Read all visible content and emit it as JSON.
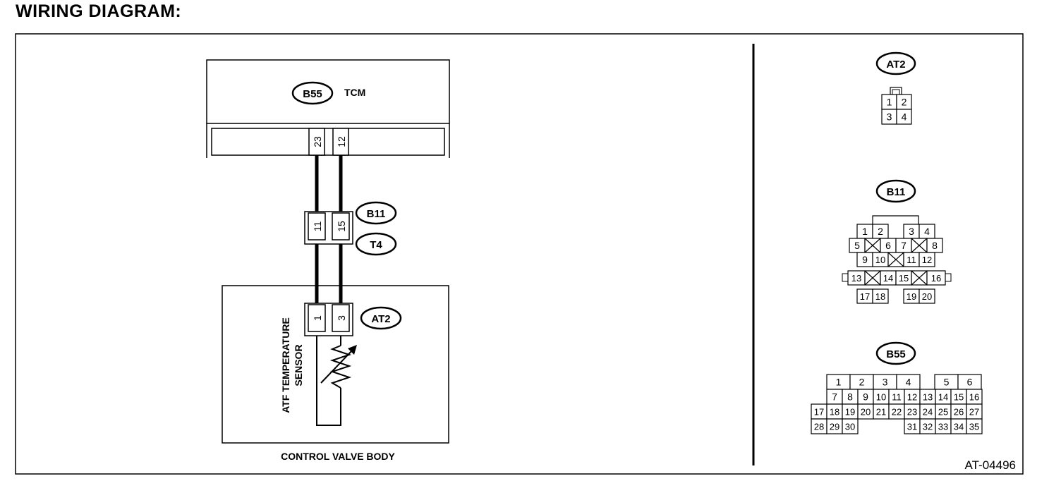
{
  "page_title": "WIRING DIAGRAM:",
  "figure_code": "AT-04496",
  "tcm": {
    "connector": "B55",
    "label": "TCM",
    "pins": [
      "23",
      "12"
    ]
  },
  "joint": {
    "connectors": [
      "B11",
      "T4"
    ],
    "pins": [
      "11",
      "15"
    ]
  },
  "control_valve_body": {
    "label": "CONTROL VALVE BODY",
    "connector": "AT2",
    "pins": [
      "1",
      "3"
    ],
    "sensor_lines": [
      "ATF TEMPERATURE",
      "SENSOR"
    ]
  },
  "connector_views": {
    "at2": {
      "label": "AT2",
      "pins": [
        "1",
        "2",
        "3",
        "4"
      ]
    },
    "b11": {
      "label": "B11",
      "pins": [
        "1",
        "2",
        "3",
        "4",
        "5",
        "6",
        "7",
        "8",
        "9",
        "10",
        "11",
        "12",
        "13",
        "14",
        "15",
        "16",
        "17",
        "18",
        "19",
        "20"
      ]
    },
    "b55": {
      "label": "B55",
      "pins": [
        "1",
        "2",
        "3",
        "4",
        "5",
        "6",
        "7",
        "8",
        "9",
        "10",
        "11",
        "12",
        "13",
        "14",
        "15",
        "16",
        "17",
        "18",
        "19",
        "20",
        "21",
        "22",
        "23",
        "24",
        "25",
        "26",
        "27",
        "28",
        "29",
        "30",
        "31",
        "32",
        "33",
        "34",
        "35"
      ]
    }
  }
}
